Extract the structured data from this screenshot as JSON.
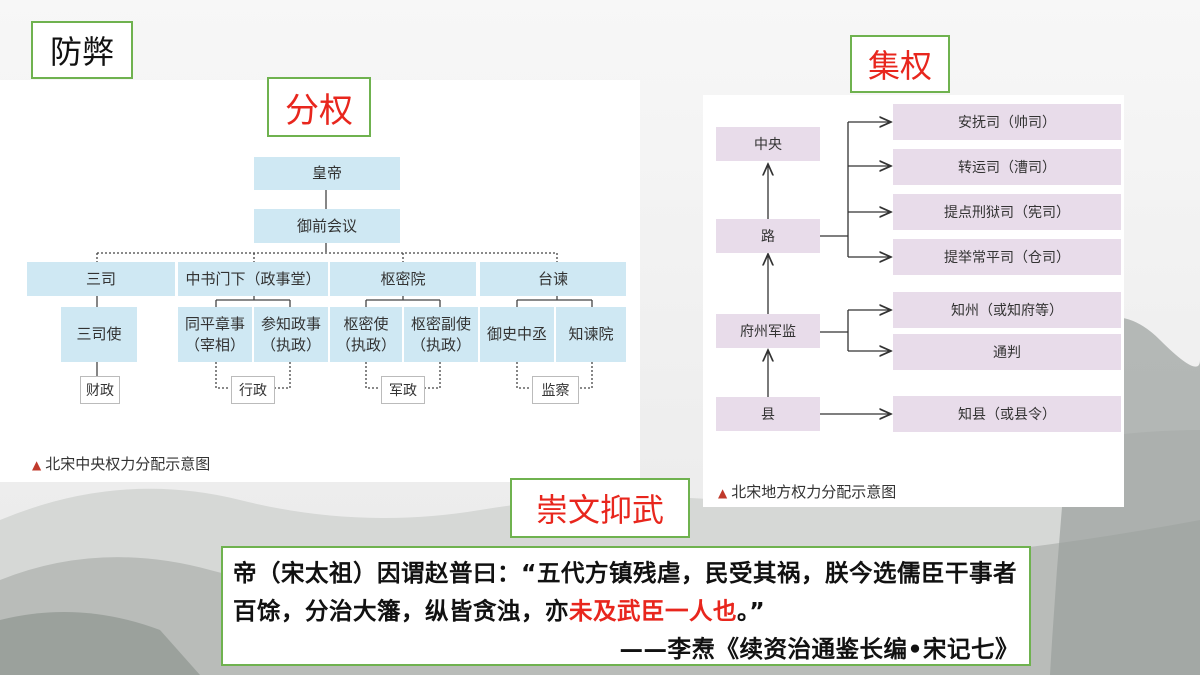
{
  "labels": {
    "fangbi": "防弊",
    "fenquan": "分权",
    "jiquan": "集权",
    "chongwen": "崇文抑武"
  },
  "central": {
    "emperor": "皇帝",
    "council": "御前会议",
    "level1": [
      "三司",
      "中书门下（政事堂）",
      "枢密院",
      "台谏"
    ],
    "sansi_shi": "三司使",
    "tongping_1": "同平章事",
    "tongping_2": "（宰相）",
    "canzhi_1": "参知政事",
    "canzhi_2": "（执政）",
    "shumi_1": "枢密使",
    "shumi_2": "（执政）",
    "shumifu_1": "枢密副使",
    "shumifu_2": "（执政）",
    "yushi": "御史中丞",
    "zhijian": "知谏院",
    "functions": [
      "财政",
      "行政",
      "军政",
      "监察"
    ],
    "caption": "北宋中央权力分配示意图"
  },
  "local": {
    "central": "中央",
    "lu": "路",
    "fuzhou": "府州军监",
    "xian": "县",
    "lu_offices": [
      "安抚司（帅司）",
      "转运司（漕司）",
      "提点刑狱司（宪司）",
      "提举常平司（仓司）"
    ],
    "fu_offices": [
      "知州（或知府等）",
      "通判"
    ],
    "xian_office": "知县（或县令）",
    "caption": "北宋地方权力分配示意图"
  },
  "quote": {
    "part1": "帝（宋太祖）因谓赵普曰：“五代方镇残虐，民受其祸，朕今选儒臣干事者百馀，分治大籓，纵皆贪浊，亦",
    "highlight": "未及武臣一人也",
    "part2": "。”",
    "source": "——李焘《续资治通鉴长编•宋记七》"
  },
  "colors": {
    "green_border": "#6fb24f",
    "red_text": "#e8261d",
    "blue_box": "#cfe8f3",
    "purple_box": "#e8dcea"
  }
}
